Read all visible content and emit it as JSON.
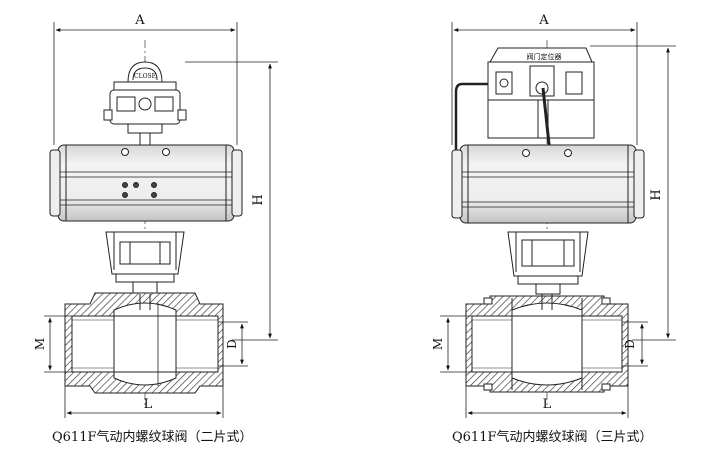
{
  "left_view": {
    "caption": "Q611F气动内螺纹球阀（二片式）",
    "indicator_label": "CLOSE",
    "dim": {
      "width": "A",
      "height": "H",
      "length": "L",
      "thread": "M",
      "bore": "D"
    }
  },
  "right_view": {
    "caption": "Q611F气动内螺纹球阀（三片式）",
    "positioner_label": "阀门定位器",
    "dim": {
      "width": "A",
      "height": "H",
      "length": "L",
      "thread": "M",
      "bore": "D"
    }
  }
}
